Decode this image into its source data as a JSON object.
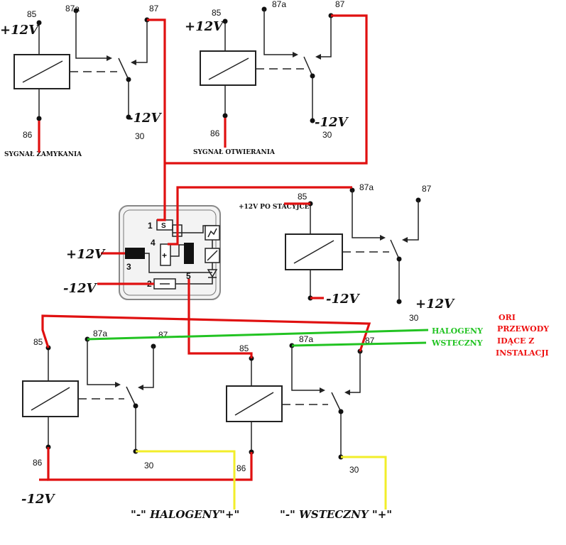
{
  "colors": {
    "power_wire": "#e01010",
    "signal_wire": "#22c322",
    "output_wire": "#f2ee2a",
    "line": "#222222"
  },
  "relays": [
    {
      "name": "relay-lock",
      "p85": "85",
      "p86": "86",
      "p87": "87",
      "p87a": "87a",
      "p30": "30",
      "supply": "+12V",
      "ground": "-12V",
      "caption": "SYGNAŁ ZAMYKANIA"
    },
    {
      "name": "relay-unlock",
      "p85": "85",
      "p86": "86",
      "p87": "87",
      "p87a": "87a",
      "p30": "30",
      "supply": "+12V",
      "ground": "-12V",
      "caption": "SYGNAŁ OTWIERANIA"
    },
    {
      "name": "relay-ignition",
      "p85": "85",
      "p87": "87",
      "p87a": "87a",
      "p30": "30",
      "supply": "+12V PO STACYJCE",
      "ground": "-12V",
      "contact_supply": "+12V"
    },
    {
      "name": "relay-halogen",
      "p85": "85",
      "p86": "86",
      "p87": "87",
      "p87a": "87a",
      "p30": "30"
    },
    {
      "name": "relay-reverse",
      "p85": "85",
      "p86": "86",
      "p87": "87",
      "p87a": "87a",
      "p30": "30"
    }
  ],
  "module": {
    "pins": [
      "1",
      "2",
      "3",
      "4",
      "5"
    ],
    "pin3_supply": "+12V",
    "pin2_ground": "-12V",
    "pin1_glyph": "S"
  },
  "signal_labels": {
    "halogen": "HALOGENY",
    "reverse": "WSTECZNY",
    "note_line1": "ORI",
    "note_line2": "PRZEWODY",
    "note_line3": "IDĄCE Z",
    "note_line4": "INSTALACJI"
  },
  "ground_bottom": "-12V",
  "outputs": {
    "halogen": "\"-\" HALOGENY\"+\"",
    "reverse": "\"-\" WSTECZNY \"+\""
  }
}
